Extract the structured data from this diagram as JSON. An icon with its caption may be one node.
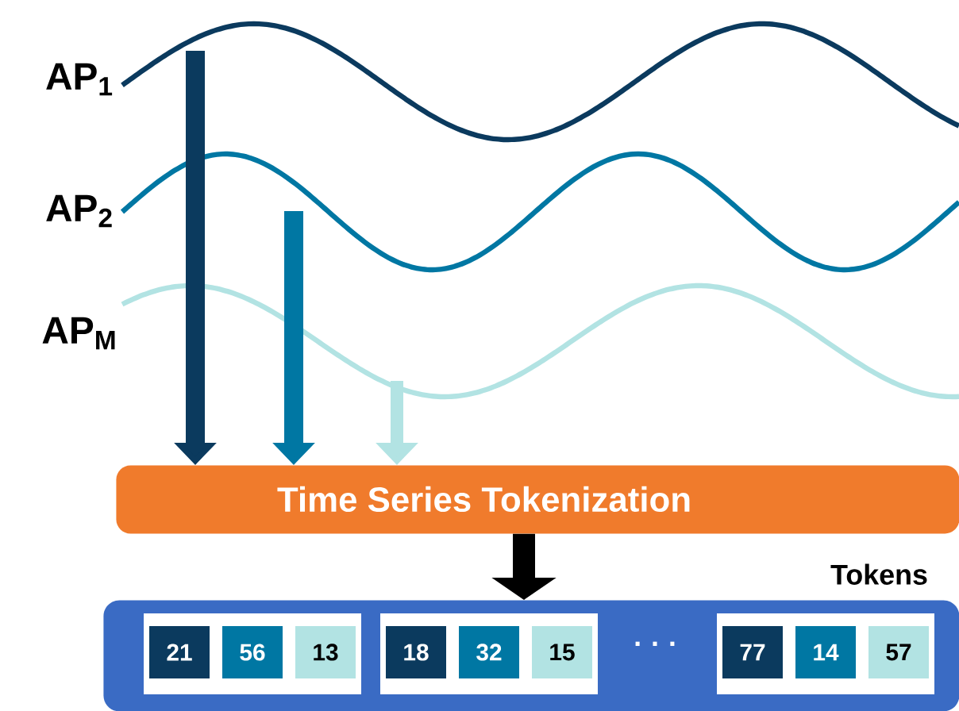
{
  "diagram": {
    "nodes": [
      {
        "text": [
          "Time Series Tokenization"
        ]
      },
      {
        "text": [
          "Tokens"
        ]
      },
      {
        "text": [],
        "shape": "box",
        "in": 1
      },
      {
        "text": [
          "21"
        ],
        "in": 2
      },
      {
        "text": [
          "56"
        ],
        "in": 2
      },
      {
        "text": [
          "13"
        ],
        "in": 2
      },
      {
        "text": [],
        "shape": "box",
        "in": 1
      },
      {
        "text": [
          "18"
        ],
        "in": 6
      },
      {
        "text": [
          "32"
        ],
        "in": 6
      },
      {
        "text": [
          "15"
        ],
        "in": 6
      },
      {
        "text": [],
        "shape": "box",
        "in": 1
      },
      {
        "text": [
          "77"
        ],
        "in": 10
      },
      {
        "text": [
          "14"
        ],
        "in": 10
      },
      {
        "text": [
          "57"
        ],
        "in": 10
      }
    ],
    "edges": [
      {
        "from": null,
        "to": 0,
        "arrow": "to",
        "color": "#0b3a5e"
      },
      {
        "from": null,
        "to": 0,
        "arrow": "to",
        "color": "#0077a3"
      },
      {
        "from": null,
        "to": 0,
        "arrow": "to",
        "color": "#b2e3e3"
      },
      {
        "from": 0,
        "to": 1,
        "arrow": "to",
        "color": "#000000"
      }
    ],
    "labels": [
      "AP$_{1}$",
      "AP$_{2}$",
      "AP$_{M}$",
      "· · ·"
    ]
  }
}
